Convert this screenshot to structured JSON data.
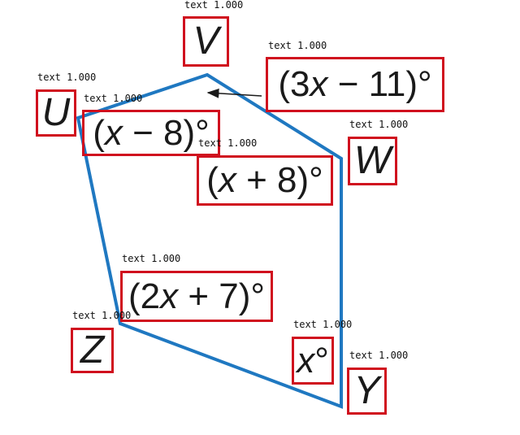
{
  "colors": {
    "polygon_stroke": "#1f78c1",
    "box_border": "#d0101e",
    "text": "#1a1a1a"
  },
  "vertices": {
    "U": "U",
    "V": "V",
    "W": "W",
    "Y": "Y",
    "Z": "Z"
  },
  "angles": {
    "V": {
      "open": "(3",
      "var": "x",
      "rest": " − 11)°"
    },
    "U": {
      "open": "(",
      "var": "x",
      "rest": " − 8)°"
    },
    "W": {
      "open": "(",
      "var": "x",
      "rest": " + 8)°"
    },
    "Z": {
      "open": "(2",
      "var": "x",
      "rest": " + 7)°"
    },
    "Y": {
      "open": "",
      "var": "x",
      "rest": "°"
    }
  },
  "detection_label": "text 1.000"
}
